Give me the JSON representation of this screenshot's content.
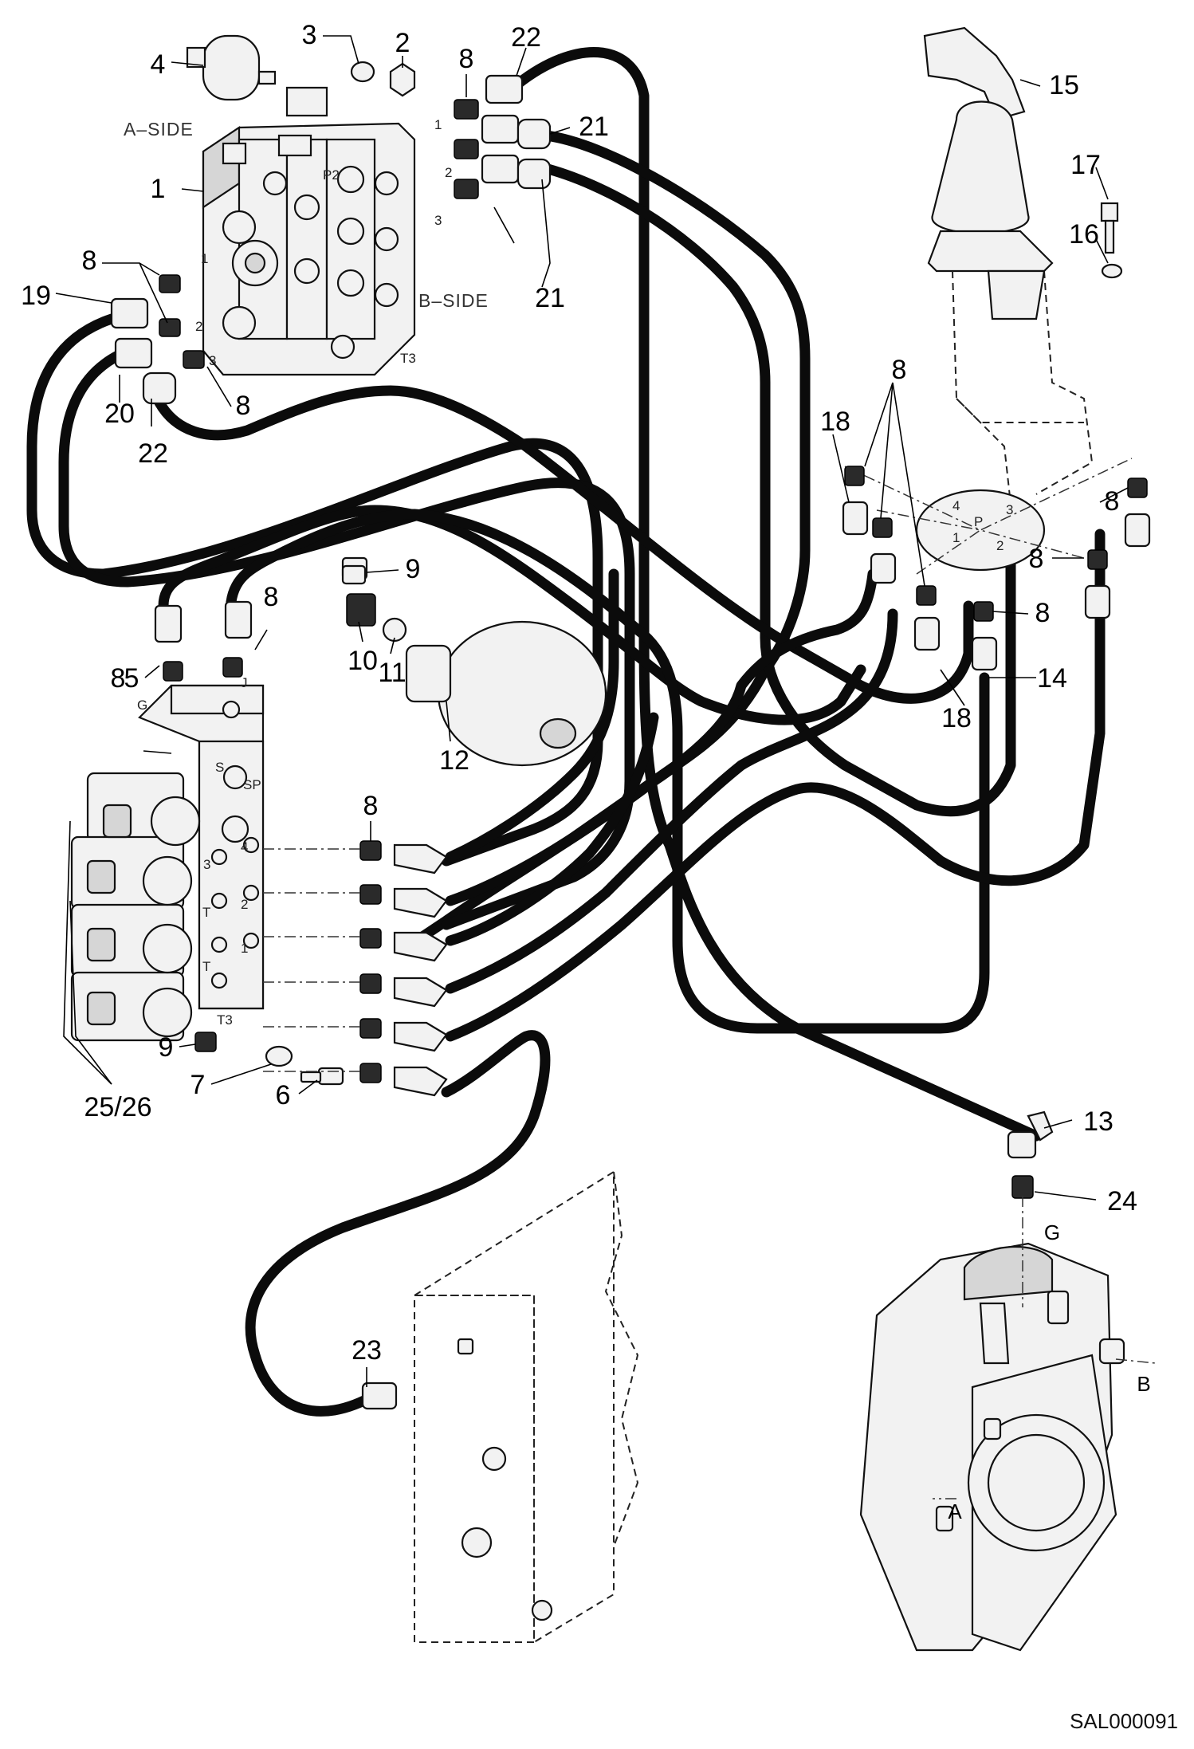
{
  "drawing_code": "SAL000091",
  "labels": {
    "a_side": "A–SIDE",
    "b_side": "B–SIDE"
  },
  "callouts": [
    "1",
    "2",
    "3",
    "4",
    "5",
    "6",
    "7",
    "8",
    "9",
    "10",
    "11",
    "12",
    "13",
    "14",
    "15",
    "16",
    "17",
    "18",
    "19",
    "20",
    "21",
    "22",
    "23",
    "24",
    "25/26"
  ],
  "port_marks": {
    "p2": "P2",
    "t3": "T3",
    "g": "G",
    "j": "J",
    "s": "S",
    "sp": "SP",
    "t": "T",
    "p": "P",
    "a": "A",
    "b": "B",
    "n1": "1",
    "n2": "2",
    "n3": "3",
    "n4": "4"
  }
}
